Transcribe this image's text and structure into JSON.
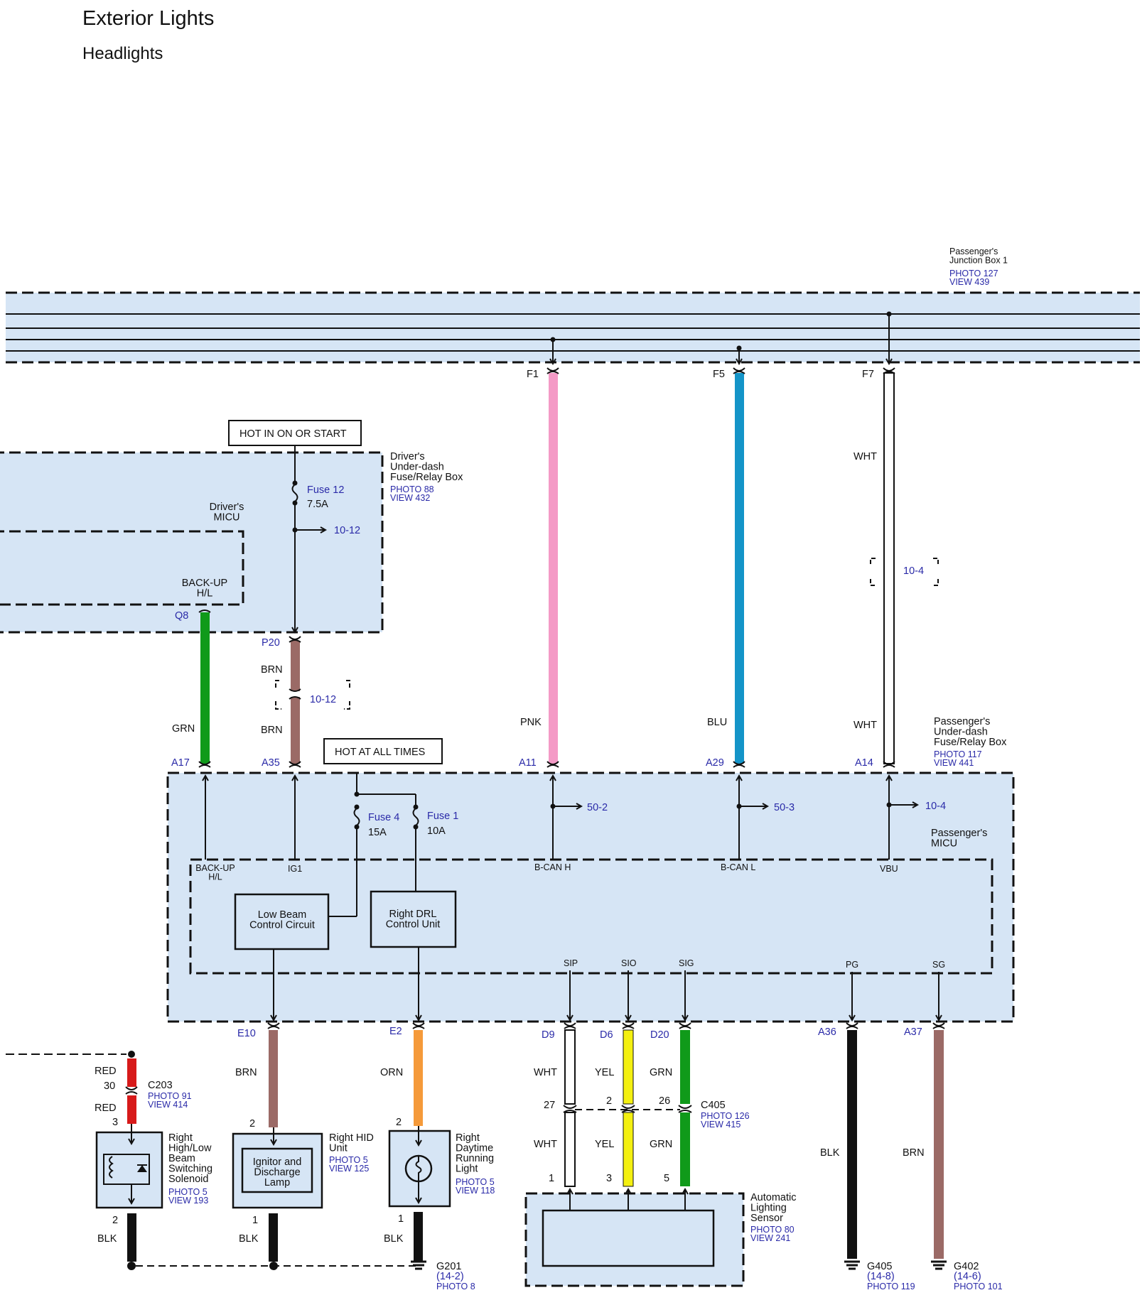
{
  "title": "Exterior Lights",
  "subtitle": "Headlights",
  "colors": {
    "panel": "#d6e5f5",
    "link_blue": "#2a2aa8",
    "PNK": "#f49ac6",
    "BLU": "#1494c8",
    "GRN": "#109a1a",
    "BRN": "#9b6a66",
    "RED": "#d71a1a",
    "ORN": "#f59a3a",
    "YEL": "#f4f010",
    "BLK": "#111111",
    "WHT": "#ffffff"
  },
  "components": {
    "junction_box": {
      "name": "Passenger's\nJunction Box 1",
      "photo": "PHOTO 127",
      "view": "VIEW 439"
    },
    "driver_fuse_box": {
      "name": "Driver's\nUnder-dash\nFuse/Relay Box",
      "photo": "PHOTO 88",
      "view": "VIEW 432"
    },
    "driver_micu": {
      "name": "Driver's\nMICU",
      "backup": "BACK-UP\nH/L"
    },
    "pass_fuse_box": {
      "name": "Passenger's\nUnder-dash\nFuse/Relay Box",
      "photo": "PHOTO 117",
      "view": "VIEW 441"
    },
    "pass_micu": {
      "name": "Passenger's\nMICU"
    },
    "fuse12": {
      "label": "Fuse 12",
      "rating": "7.5A"
    },
    "fuse4": {
      "label": "Fuse 4",
      "rating": "15A"
    },
    "fuse1": {
      "label": "Fuse 1",
      "rating": "10A"
    },
    "low_beam": {
      "label": "Low Beam\nControl Circuit"
    },
    "right_drl_unit": {
      "label": "Right DRL\nControl Unit"
    },
    "solenoid": {
      "name": "Right\nHigh/Low\nBeam\nSwitching\nSolenoid",
      "photo": "PHOTO 5",
      "view": "VIEW 193"
    },
    "hid": {
      "name": "Right HID\nUnit",
      "photo": "PHOTO 5",
      "view": "VIEW 125",
      "inner": "Ignitor and\nDischarge\nLamp"
    },
    "drl_light": {
      "name": "Right\nDaytime\nRunning\nLight",
      "photo": "PHOTO 5",
      "view": "VIEW 118"
    },
    "sensor": {
      "name": "Automatic\nLighting\nSensor",
      "photo": "PHOTO 80",
      "view": "VIEW 241"
    },
    "c203": {
      "name": "C203",
      "photo": "PHOTO 91",
      "view": "VIEW 414"
    },
    "c405": {
      "name": "C405",
      "photo": "PHOTO 126",
      "view": "VIEW 415"
    },
    "g201": {
      "name": "G201",
      "ref": "(14-2)",
      "photo": "PHOTO 8"
    },
    "g405": {
      "name": "G405",
      "ref": "(14-8)",
      "photo": "PHOTO 119"
    },
    "g402": {
      "name": "G402",
      "ref": "(14-6)",
      "photo": "PHOTO 101"
    }
  },
  "notes": {
    "hot_on_start": "HOT IN ON OR START",
    "hot_all_times": "HOT AT ALL TIMES"
  },
  "refs": {
    "r1012a": "10-12",
    "r1012b": "10-12",
    "r104a": "10-4",
    "r104b": "10-4",
    "r502": "50-2",
    "r503": "50-3"
  },
  "pins": {
    "F1": "F1",
    "F5": "F5",
    "F7": "F7",
    "Q8": "Q8",
    "P20": "P20",
    "A17": "A17",
    "A35": "A35",
    "A11": "A11",
    "A29": "A29",
    "A14": "A14",
    "E10": "E10",
    "E2": "E2",
    "D9": "D9",
    "D6": "D6",
    "D20": "D20",
    "A36": "A36",
    "A37": "A37"
  },
  "terminals": {
    "backup": "BACK-UP\nH/L",
    "ig1": "IG1",
    "bcanh": "B-CAN H",
    "bcanl": "B-CAN L",
    "vbu": "VBU",
    "sip": "SIP",
    "sio": "SIO",
    "sig": "SIG",
    "pg": "PG",
    "sg": "SG"
  },
  "wire_labels": {
    "pnk": "PNK",
    "blu": "BLU",
    "wht_f7a": "WHT",
    "wht_f7b": "WHT",
    "grn_q8": "GRN",
    "brn_p20a": "BRN",
    "brn_p20b": "BRN",
    "red_a": "RED",
    "red_b": "RED",
    "blk_sol": "BLK",
    "brn_e10": "BRN",
    "blk_hid": "BLK",
    "orn_e2": "ORN",
    "blk_drl": "BLK",
    "wht_d9a": "WHT",
    "wht_d9b": "WHT",
    "yel_a": "YEL",
    "yel_b": "YEL",
    "grn_a": "GRN",
    "grn_b": "GRN",
    "blk_a36": "BLK",
    "brn_a37": "BRN"
  },
  "pin_numbers": {
    "c203_30": "30",
    "sol_3": "3",
    "sol_2": "2",
    "hid_2": "2",
    "hid_1": "1",
    "drl_2": "2",
    "drl_1": "1",
    "c405_27": "27",
    "c405_2": "2",
    "c405_26": "26",
    "s_1": "1",
    "s_3": "3",
    "s_5": "5"
  }
}
